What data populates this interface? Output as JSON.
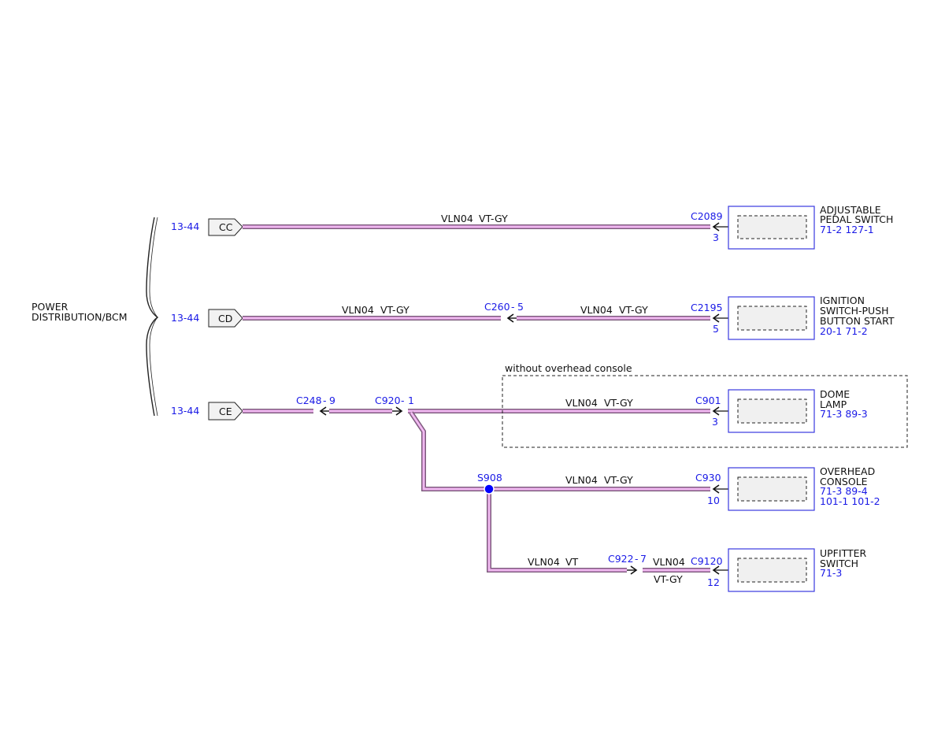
{
  "source": {
    "line1": "POWER",
    "line2": "DISTRIBUTION/BCM"
  },
  "circuits": [
    {
      "ref": "13-44",
      "pin": "CC"
    },
    {
      "ref": "13-44",
      "pin": "CD"
    },
    {
      "ref": "13-44",
      "pin": "CE"
    }
  ],
  "wire": {
    "circuit": "VLN04",
    "color": "VT-GY",
    "color_vt": "VT"
  },
  "inline_connectors": {
    "c260": {
      "name": "C260",
      "pin": "5"
    },
    "c248": {
      "name": "C248",
      "pin": "9"
    },
    "c920": {
      "name": "C920",
      "pin": "1"
    },
    "c922": {
      "name": "C922",
      "pin": "7"
    }
  },
  "splice": {
    "name": "S908"
  },
  "option_box": {
    "label": "without overhead console"
  },
  "components": [
    {
      "connector": "C2089",
      "pin": "3",
      "name_lines": [
        "ADJUSTABLE",
        "PEDAL SWITCH"
      ],
      "refs": "71-2  127-1"
    },
    {
      "connector": "C2195",
      "pin": "5",
      "name_lines": [
        "IGNITION",
        "SWITCH-PUSH",
        "BUTTON START"
      ],
      "refs": "20-1  71-2"
    },
    {
      "connector": "C901",
      "pin": "3",
      "name_lines": [
        "DOME",
        "LAMP"
      ],
      "refs": "71-3  89-3"
    },
    {
      "connector": "C930",
      "pin": "10",
      "name_lines": [
        "OVERHEAD",
        "CONSOLE"
      ],
      "refs": "71-3  89-4",
      "refs2": "101-1 101-2"
    },
    {
      "connector": "C9120",
      "pin": "12",
      "name_lines": [
        "UPFITTER",
        "SWITCH"
      ],
      "refs": "71-3"
    }
  ],
  "colors": {
    "wire": "#e9a4e9",
    "ref_text": "#1a1ae6",
    "splice": "#0000ff"
  }
}
